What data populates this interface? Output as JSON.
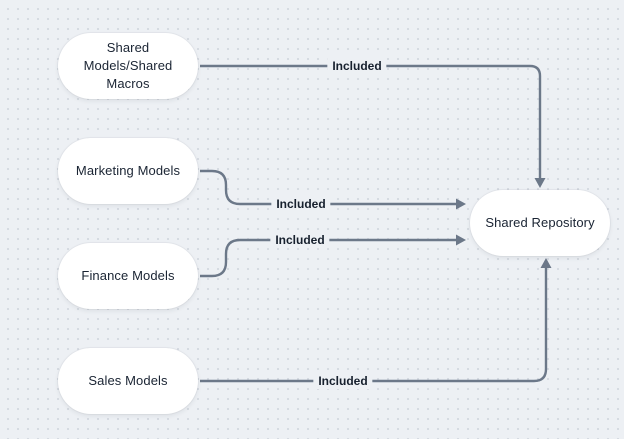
{
  "diagram": {
    "type": "flowchart",
    "direction": "left-to-right",
    "colors": {
      "background": "#edf0f4",
      "grid_dot": "#d6dbe2",
      "node_fill": "#ffffff",
      "edge_line": "#6c7889",
      "node_text": "#1a2433",
      "label_text": "#17202e"
    },
    "nodes": [
      {
        "id": "shared-models-macros",
        "label": "Shared Models/Shared Macros"
      },
      {
        "id": "marketing-models",
        "label": "Marketing Models"
      },
      {
        "id": "finance-models",
        "label": "Finance Models"
      },
      {
        "id": "sales-models",
        "label": "Sales Models"
      },
      {
        "id": "shared-repository",
        "label": "Shared Repository"
      }
    ],
    "edges": [
      {
        "from": "shared-models-macros",
        "to": "shared-repository",
        "label": "Included"
      },
      {
        "from": "marketing-models",
        "to": "shared-repository",
        "label": "Included"
      },
      {
        "from": "finance-models",
        "to": "shared-repository",
        "label": "Included"
      },
      {
        "from": "sales-models",
        "to": "shared-repository",
        "label": "Included"
      }
    ]
  }
}
